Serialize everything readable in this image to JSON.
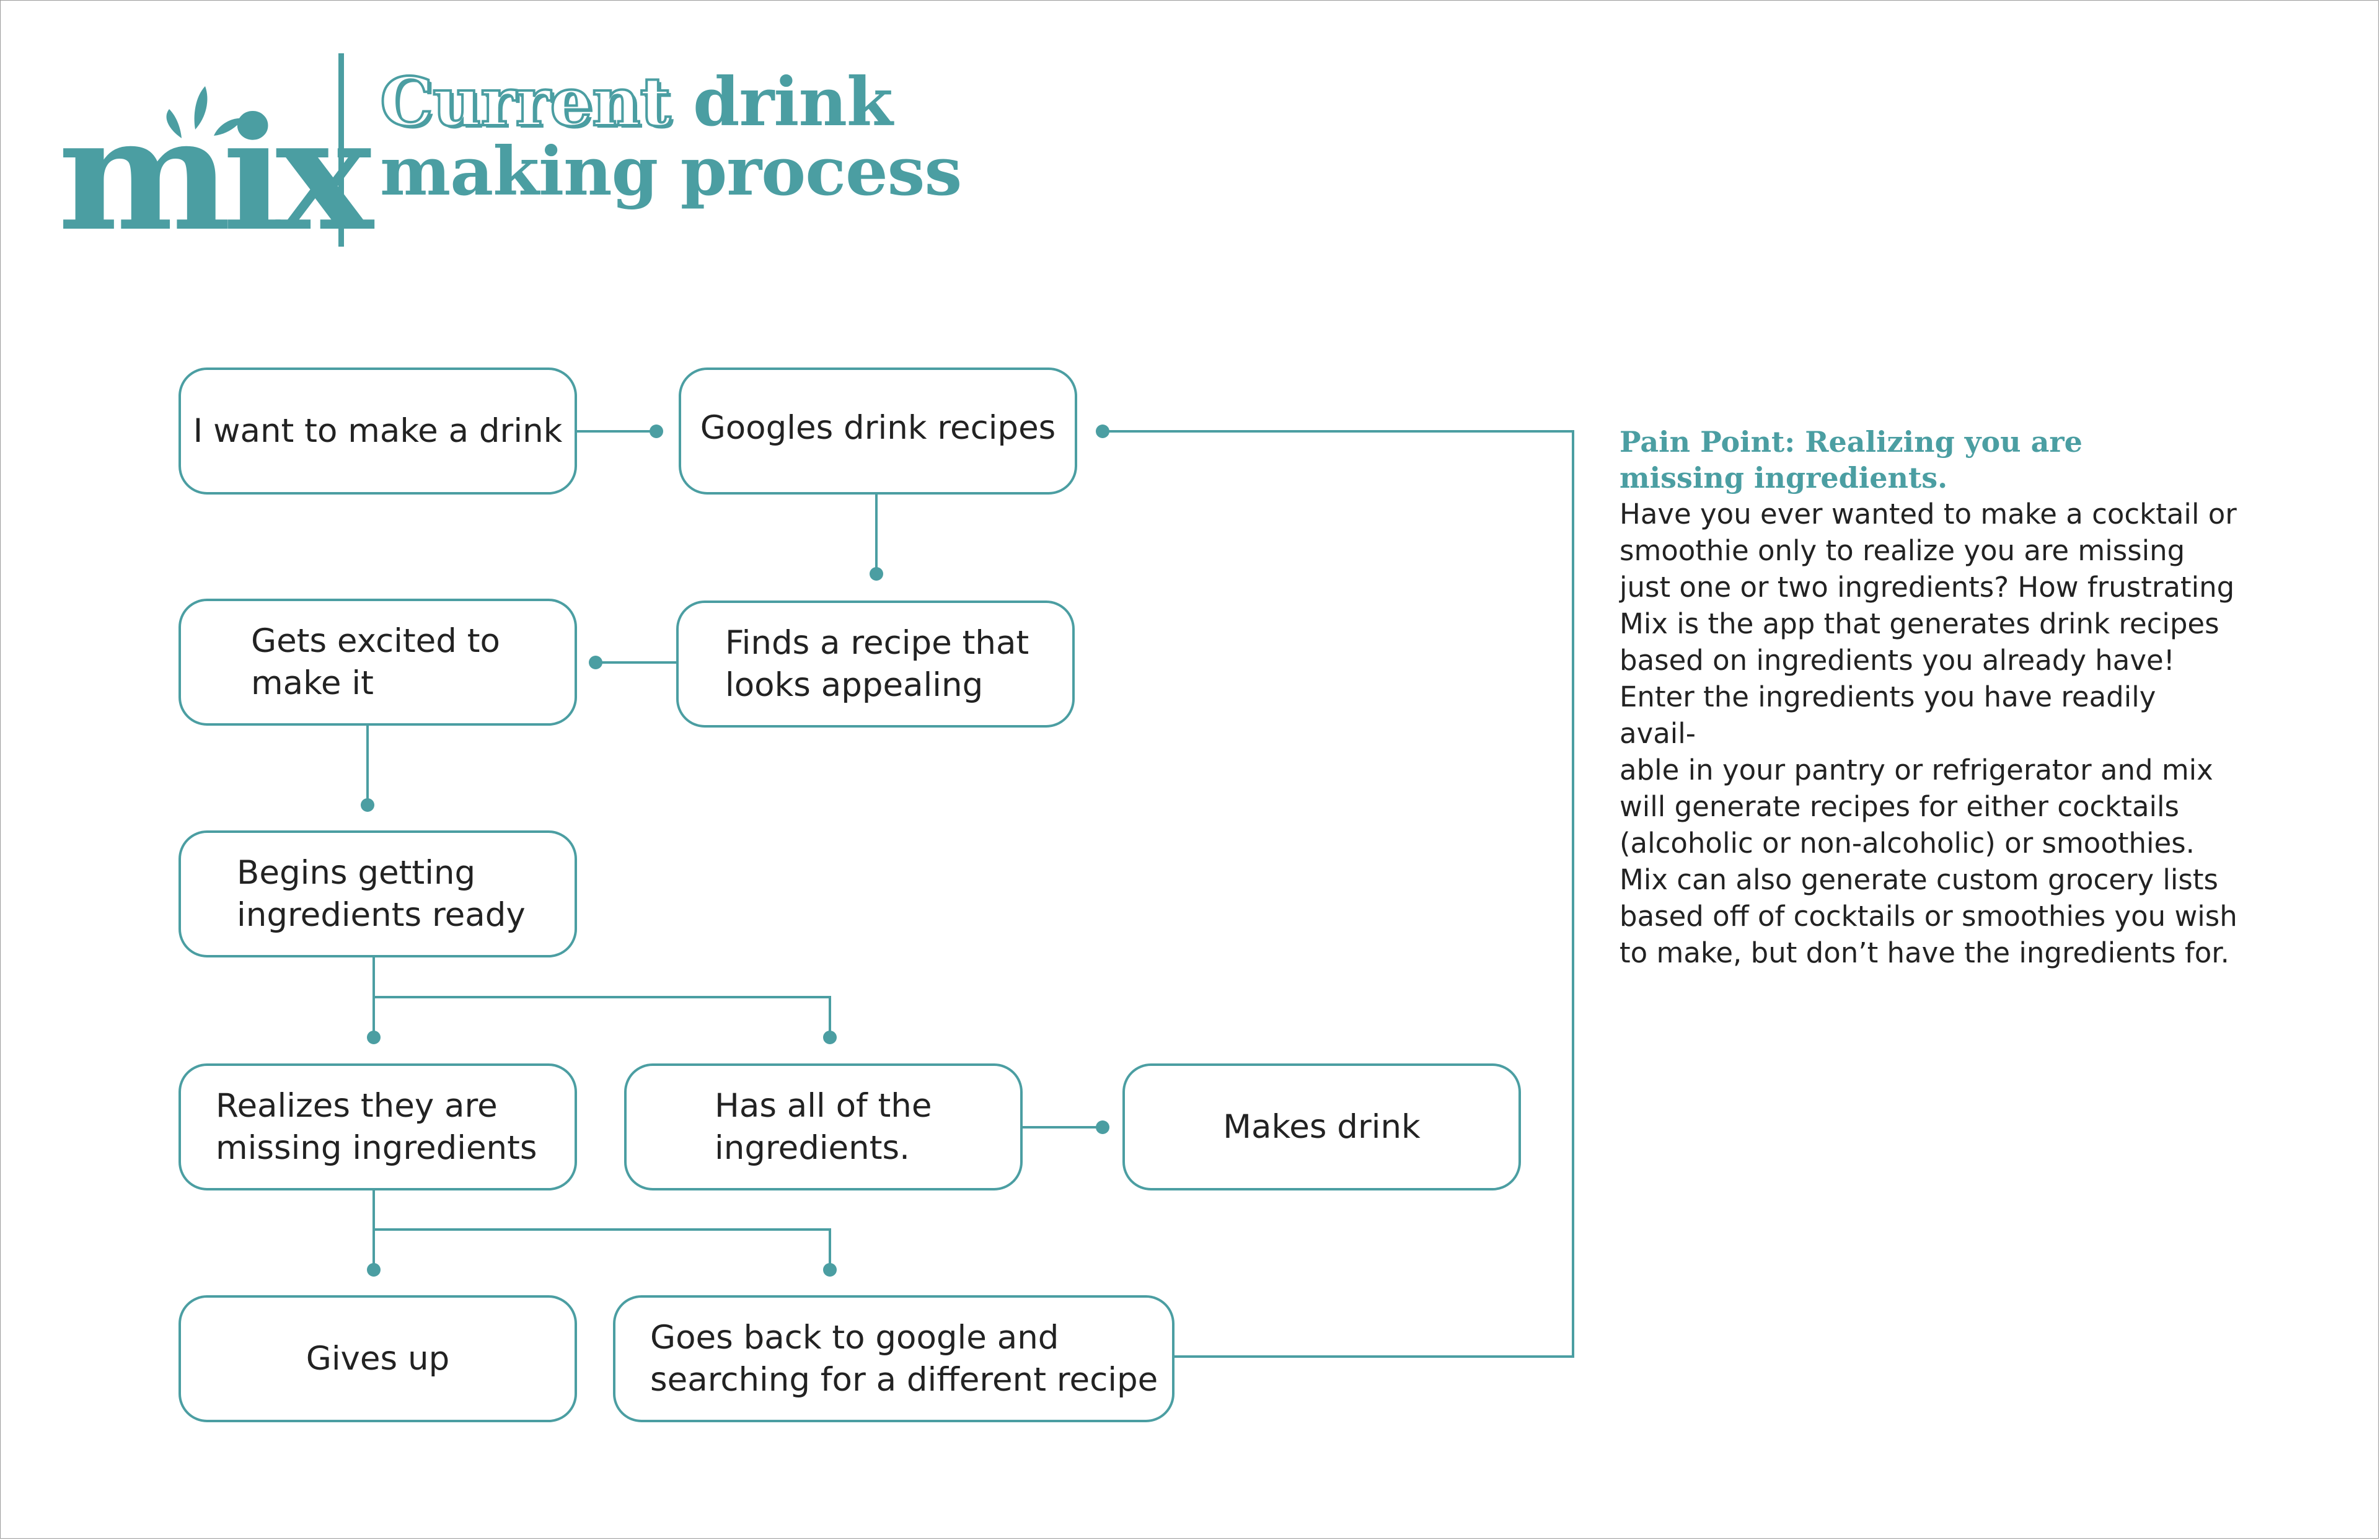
{
  "brand": {
    "logo_text": "mix",
    "accent_color": "#4b9ea2"
  },
  "header": {
    "title_outline": "Current",
    "title_line1_rest": " drink",
    "title_line2": "making process"
  },
  "flow": {
    "nodes": {
      "want": "I want to make a drink",
      "googles": "Googles drink recipes",
      "excited": "Gets excited to\nmake it",
      "finds": "Finds a recipe that\nlooks appealing",
      "begins": "Begins getting\ningredients ready",
      "realizes": "Realizes they are\nmissing ingredients",
      "hasall": "Has all of the\ningredients.",
      "makes": "Makes drink",
      "givesup": "Gives up",
      "goesback": "Goes back to google and\nsearching for a different recipe"
    }
  },
  "pain_point": {
    "title": "Pain Point: Realizing you are\nmissing ingredients.",
    "body": "Have you ever wanted to make a cocktail or\nsmoothie only to realize you are missing\njust one or two ingredients? How frustrating\nMix is the app that generates drink recipes\nbased on ingredients you already have!\nEnter the ingredients you have readily avail-\nable in your pantry or refrigerator and mix\nwill generate recipes for either cocktails\n(alcoholic or non-alcoholic) or smoothies.\nMix can also generate custom grocery lists\nbased off of cocktails or smoothies you wish\nto make, but don’t have the ingredients for."
  }
}
